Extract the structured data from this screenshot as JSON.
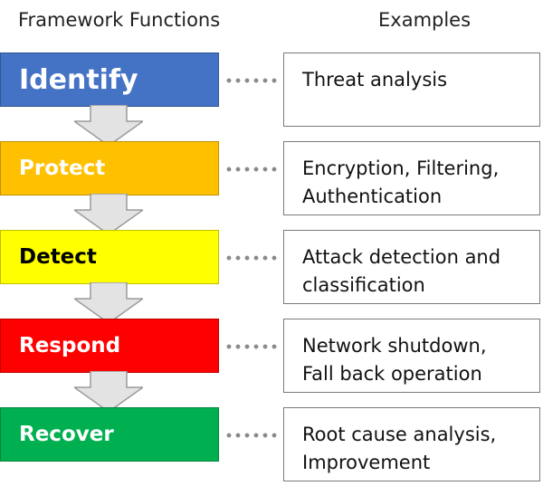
{
  "headers": {
    "functions": "Framework Functions",
    "examples": "Examples"
  },
  "steps": [
    {
      "label": "Identify",
      "color": "#4472c4",
      "text_color": "#ffffff",
      "examples": [
        "Threat analysis"
      ]
    },
    {
      "label": "Protect",
      "color": "#ffc000",
      "text_color": "#ffffff",
      "examples": [
        "Encryption, Filtering,",
        "Authentication"
      ]
    },
    {
      "label": "Detect",
      "color": "#ffff00",
      "text_color": "#000000",
      "examples": [
        "Attack detection and",
        "classification"
      ]
    },
    {
      "label": "Respond",
      "color": "#ff0000",
      "text_color": "#ffffff",
      "examples": [
        "Network shutdown,",
        "Fall back operation"
      ]
    },
    {
      "label": "Recover",
      "color": "#00b050",
      "text_color": "#ffffff",
      "examples": [
        "Root cause analysis,",
        "Improvement"
      ]
    }
  ]
}
